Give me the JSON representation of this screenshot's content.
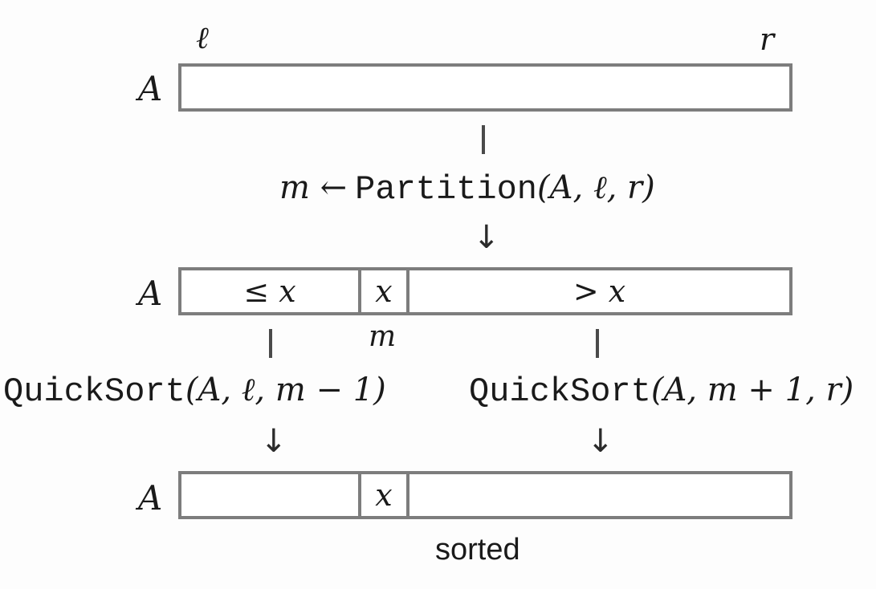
{
  "top": {
    "left_index": "ℓ",
    "right_index": "r",
    "array_label": "A"
  },
  "partition": {
    "assign": "m ←",
    "func": "Partition",
    "args": "(A, ℓ, r)"
  },
  "middle": {
    "array_label": "A",
    "left_cell": "≤ x",
    "pivot_cell": "x",
    "right_cell": "> x",
    "pivot_index": "m"
  },
  "recursion": {
    "left": {
      "func": "QuickSort",
      "args": "(A, ℓ, m − 1)"
    },
    "right": {
      "func": "QuickSort",
      "args": "(A, m + 1, r)"
    }
  },
  "bottom": {
    "array_label": "A",
    "pivot_cell": "x",
    "caption": "sorted"
  },
  "symbols": {
    "down_arrow": "↓"
  }
}
